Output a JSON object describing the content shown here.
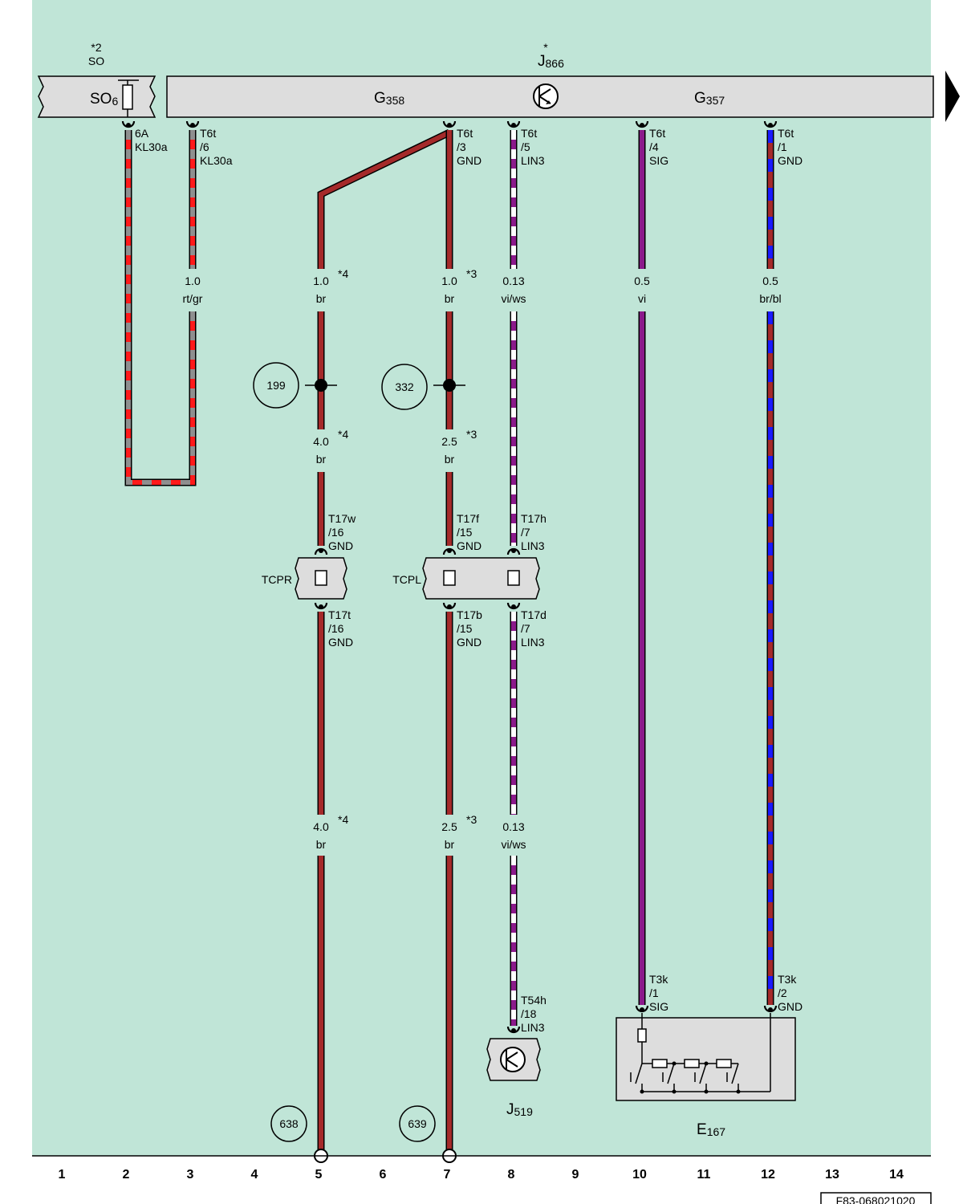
{
  "footer_code": "F83-068021020",
  "column_numbers": [
    "1",
    "2",
    "3",
    "4",
    "5",
    "6",
    "7",
    "8",
    "9",
    "10",
    "11",
    "12",
    "13",
    "14"
  ],
  "components": {
    "so": {
      "note": "*2",
      "name": "SO",
      "label_main": "SO",
      "label_sub": "6"
    },
    "j866": {
      "note": "*",
      "label_main": "J",
      "label_sub": "866"
    },
    "g358": {
      "label_main": "G",
      "label_sub": "358"
    },
    "g357": {
      "label_main": "G",
      "label_sub": "357"
    },
    "tcpr": {
      "label": "TCPR"
    },
    "tcpl": {
      "label": "TCPL"
    },
    "j519": {
      "label_main": "J",
      "label_sub": "519"
    },
    "e167": {
      "label_main": "E",
      "label_sub": "167"
    }
  },
  "pins": {
    "fuse": {
      "l1": "6A",
      "l2": "KL30a"
    },
    "t6t6": {
      "l1": "T6t",
      "l2": "/6",
      "l3": "KL30a"
    },
    "t6t3": {
      "l1": "T6t",
      "l2": "/3",
      "l3": "GND"
    },
    "t6t5": {
      "l1": "T6t",
      "l2": "/5",
      "l3": "LIN3"
    },
    "t6t4": {
      "l1": "T6t",
      "l2": "/4",
      "l3": "SIG"
    },
    "t6t1": {
      "l1": "T6t",
      "l2": "/1",
      "l3": "GND"
    },
    "t17w": {
      "l1": "T17w",
      "l2": "/16",
      "l3": "GND"
    },
    "t17f": {
      "l1": "T17f",
      "l2": "/15",
      "l3": "GND"
    },
    "t17h": {
      "l1": "T17h",
      "l2": "/7",
      "l3": "LIN3"
    },
    "t17t": {
      "l1": "T17t",
      "l2": "/16",
      "l3": "GND"
    },
    "t17b": {
      "l1": "T17b",
      "l2": "/15",
      "l3": "GND"
    },
    "t17d": {
      "l1": "T17d",
      "l2": "/7",
      "l3": "LIN3"
    },
    "t54h": {
      "l1": "T54h",
      "l2": "/18",
      "l3": "LIN3"
    },
    "t3k1": {
      "l1": "T3k",
      "l2": "/1",
      "l3": "SIG"
    },
    "t3k2": {
      "l1": "T3k",
      "l2": "/2",
      "l3": "GND"
    }
  },
  "wires": {
    "w3": {
      "size": "1.0",
      "color": "rt/gr"
    },
    "w5a": {
      "size": "1.0",
      "color": "br",
      "note": "*4"
    },
    "w7a": {
      "size": "1.0",
      "color": "br",
      "note": "*3"
    },
    "w8a": {
      "size": "0.13",
      "color": "vi/ws"
    },
    "w10": {
      "size": "0.5",
      "color": "vi"
    },
    "w12": {
      "size": "0.5",
      "color": "br/bl"
    },
    "w5b": {
      "size": "4.0",
      "color": "br",
      "note": "*4"
    },
    "w7b": {
      "size": "2.5",
      "color": "br",
      "note": "*3"
    },
    "w5c": {
      "size": "4.0",
      "color": "br",
      "note": "*4"
    },
    "w7c": {
      "size": "2.5",
      "color": "br",
      "note": "*3"
    },
    "w8c": {
      "size": "0.13",
      "color": "vi/ws"
    }
  },
  "refs": {
    "r199": "199",
    "r332": "332",
    "r638": "638",
    "r639": "639"
  },
  "colors": {
    "background": "#c0e5d7",
    "box_fill": "#dddddd",
    "brown": "#a52a2a",
    "red": "#ff1a1a",
    "grey": "#8f8f8f",
    "violet": "#8b1a8b",
    "white": "#ffffff",
    "blue": "#1a1aff"
  }
}
